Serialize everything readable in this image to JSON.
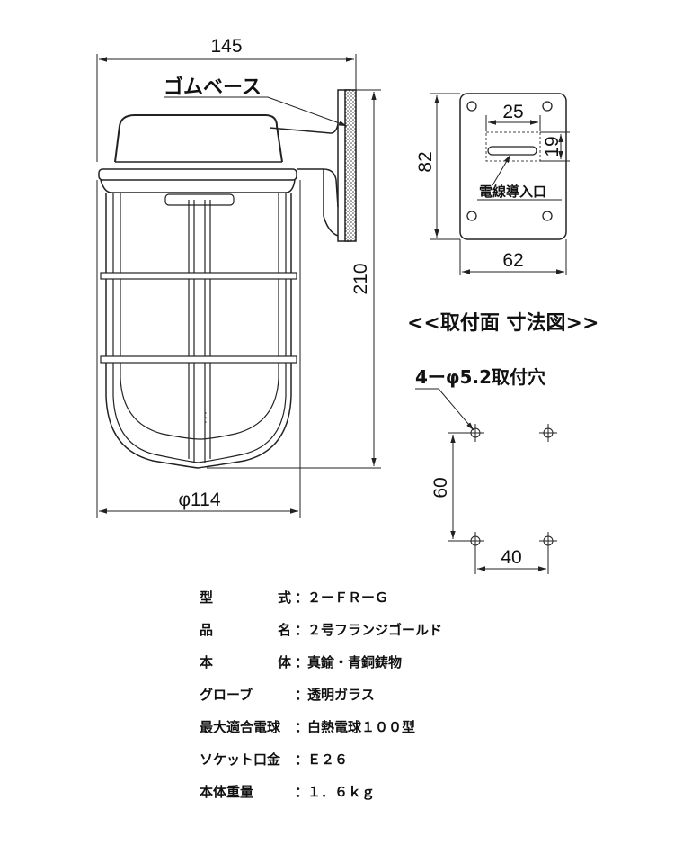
{
  "dimensions": {
    "width_top": "145",
    "height": "210",
    "diameter": "φ114",
    "plate_height": "82",
    "plate_width": "62",
    "slot_width": "25",
    "slot_offset": "19",
    "hole_v": "60",
    "hole_h": "40"
  },
  "labels": {
    "rubber_base": "ゴムベース",
    "cable_inlet": "電線導入口",
    "mount_title": "<<取付面  寸法図>>",
    "mount_holes": "4ーφ5.2取付穴"
  },
  "specs": [
    {
      "label": "型　式",
      "value": "２ーＦＲーＧ"
    },
    {
      "label": "品　名",
      "value": "２号フランジゴールド"
    },
    {
      "label": "本　体",
      "value": "真鍮・青銅鋳物"
    },
    {
      "label": "グローブ",
      "value": "透明ガラス"
    },
    {
      "label": "最大適合電球",
      "value": "白熱電球１００型"
    },
    {
      "label": "ソケット口金",
      "value": "Ｅ２６"
    },
    {
      "label": "本体重量",
      "value": "１．６ｋｇ"
    }
  ]
}
